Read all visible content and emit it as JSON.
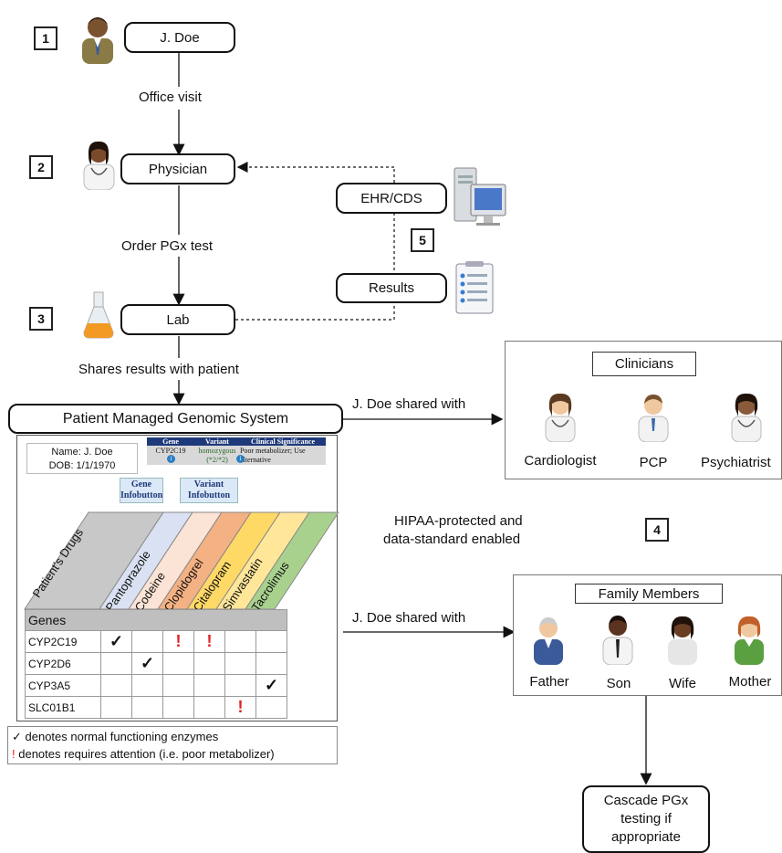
{
  "steps": [
    {
      "num": "1",
      "label": "J. Doe"
    },
    {
      "num": "2",
      "label": "Physician"
    },
    {
      "num": "3",
      "label": "Lab"
    },
    {
      "num": "5",
      "label": ""
    },
    {
      "num": "4",
      "label": ""
    }
  ],
  "edges": {
    "office_visit": "Office visit",
    "order_test": "Order PGx test",
    "shares_results": "Shares results with patient",
    "shared_clinicians": "J. Doe shared with",
    "shared_family": "J. Doe shared with"
  },
  "ehr": {
    "ehr_label": "EHR/CDS",
    "results_label": "Results"
  },
  "system": {
    "title": "Patient Managed Genomic System",
    "patient_name": "Name: J. Doe",
    "patient_dob": "DOB: 1/1/1970",
    "report_headers": [
      "Gene",
      "Variant",
      "Clinical Significance"
    ],
    "report_row": [
      "CYP2C19",
      "homozygous (*2/*2)",
      "Poor metabolizer; Use alternative"
    ],
    "gene_infobutton": "Gene Infobutton",
    "variant_infobutton": "Variant Infobutton",
    "drugs_header": "Patient's Drugs",
    "drugs": [
      "Pantoprazole",
      "Codeine",
      "Clopidogrel",
      "Citalopram",
      "Simvastatin",
      "Tacrolimus"
    ],
    "drug_colors": [
      "#d9e1f2",
      "#fbe3d6",
      "#f4b183",
      "#ffd966",
      "#ffe699",
      "#a9d18e"
    ],
    "genes_header": "Genes",
    "genes": [
      "CYP2C19",
      "CYP2D6",
      "CYP3A5",
      "SLC01B1"
    ],
    "marks": [
      [
        "check",
        "",
        "!",
        "!",
        "",
        ""
      ],
      [
        "",
        "check",
        "",
        "",
        "",
        ""
      ],
      [
        "",
        "",
        "",
        "",
        "",
        "check"
      ],
      [
        "",
        "",
        "",
        "",
        "!",
        ""
      ]
    ],
    "legend_check": "✓ denotes normal functioning enzymes",
    "legend_attention_mark": "!",
    "legend_attention_text": " denotes requires attention (i.e. poor metabolizer)"
  },
  "clinicians": {
    "title": "Clinicians",
    "members": [
      "Cardiologist",
      "PCP",
      "Psychiatrist"
    ]
  },
  "hipaa": {
    "line1": "HIPAA-protected and",
    "line2": "data-standard enabled"
  },
  "family": {
    "title": "Family Members",
    "members": [
      "Father",
      "Son",
      "Wife",
      "Mother"
    ]
  },
  "cascade": {
    "line1": "Cascade PGx",
    "line2": "testing if",
    "line3": "appropriate"
  },
  "colors": {
    "attention": "#e02020",
    "report_header": "#1f3a7a",
    "infobutton": "#dbe8f7"
  }
}
